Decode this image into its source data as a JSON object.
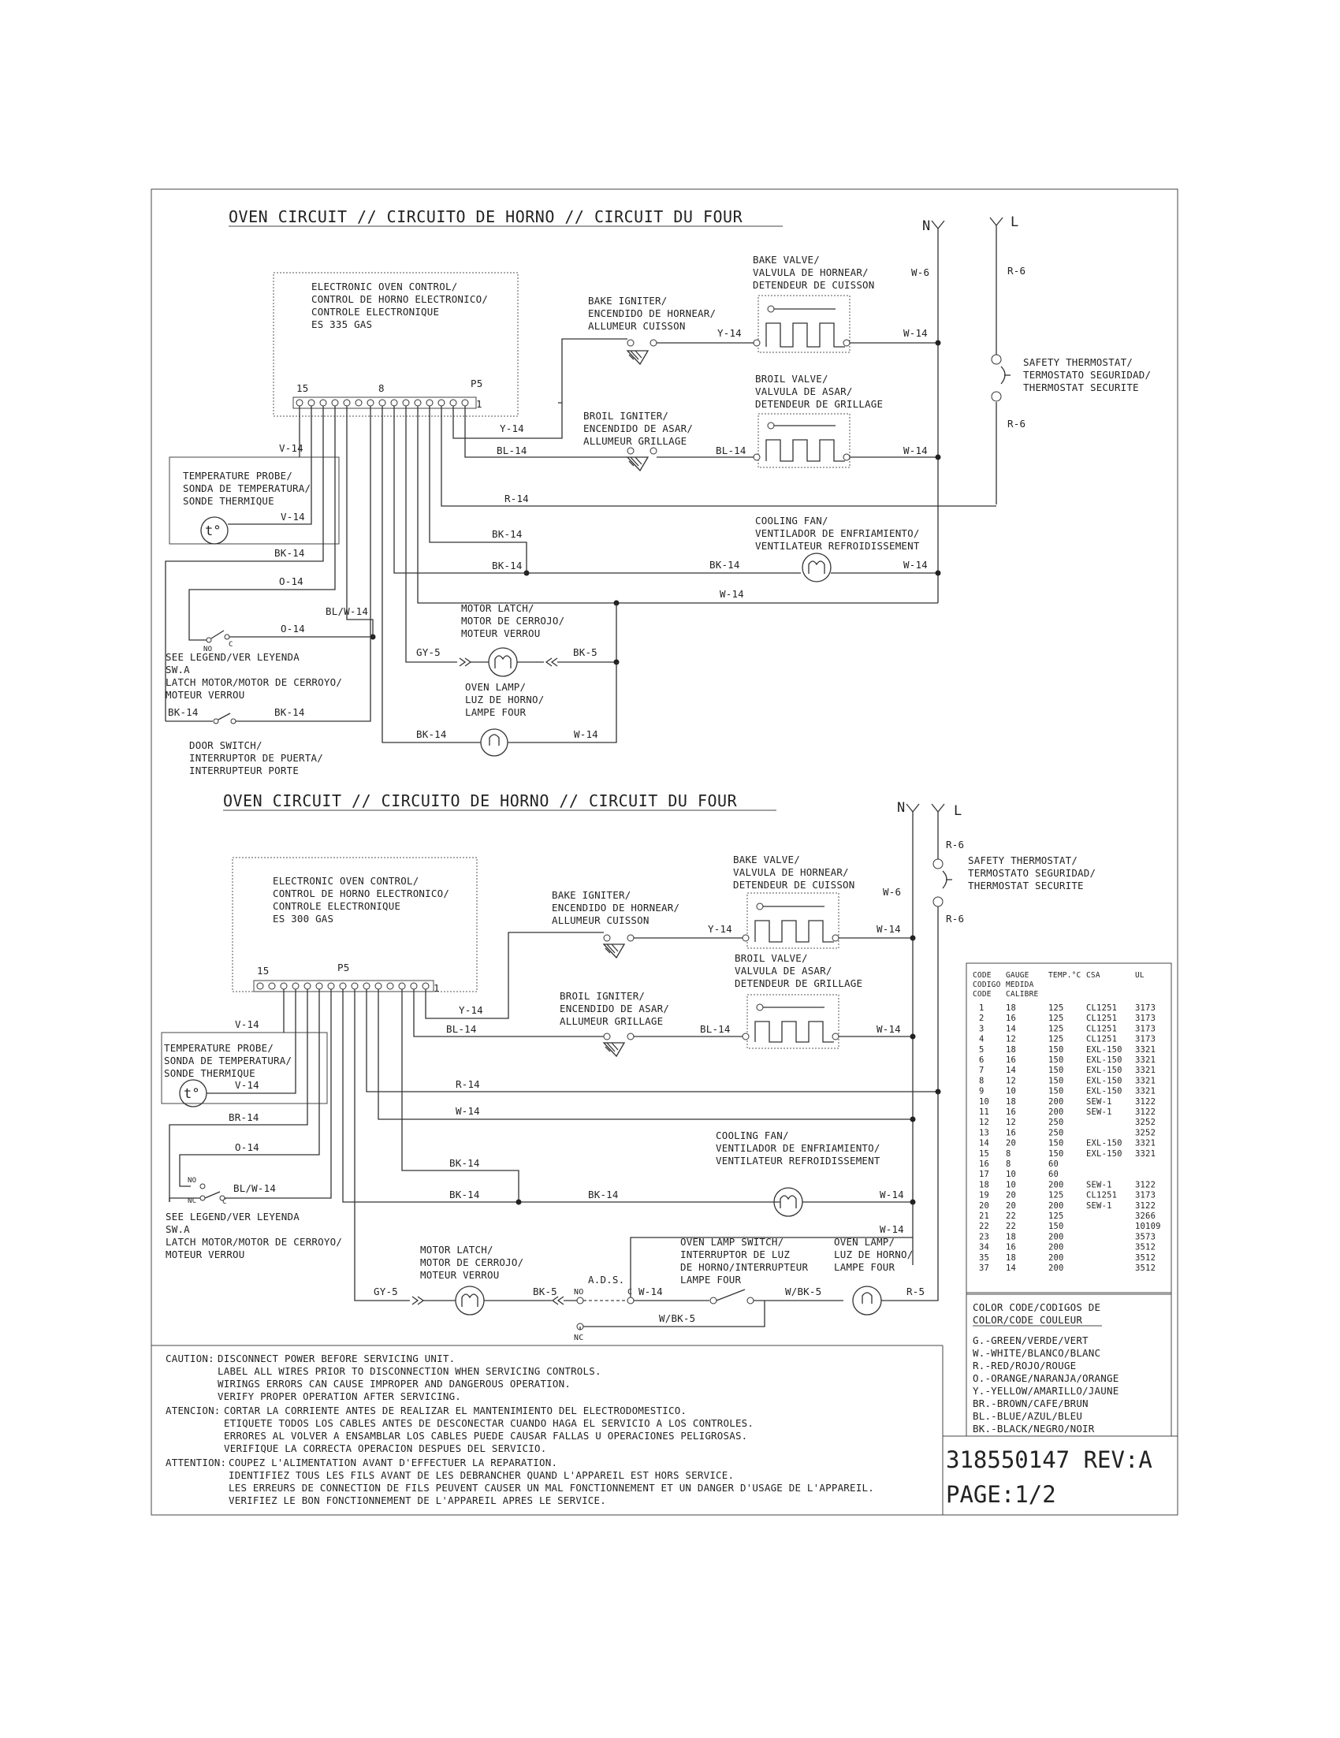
{
  "diagram1": {
    "title": "OVEN CIRCUIT // CIRCUITO DE HORNO // CIRCUIT DU FOUR",
    "n_label": "N",
    "l_label": "L",
    "control": [
      "ELECTRONIC OVEN CONTROL/",
      "CONTROL DE HORNO ELECTRONICO/",
      "CONTROLE ELECTRONIQUE",
      "ES 335 GAS"
    ],
    "pin15": "15",
    "pin8": "8",
    "p5": "P5",
    "pin1": "1",
    "bake_igniter": [
      "BAKE IGNITER/",
      "ENCENDIDO DE HORNEAR/",
      "ALLUMEUR CUISSON"
    ],
    "bake_valve": [
      "BAKE VALVE/",
      "VALVULA DE HORNEAR/",
      "DETENDEUR DE CUISSON"
    ],
    "broil_igniter": [
      "BROIL IGNITER/",
      "ENCENDIDO DE ASAR/",
      "ALLUMEUR GRILLAGE"
    ],
    "broil_valve": [
      "BROIL VALVE/",
      "VALVULA DE ASAR/",
      "DETENDEUR DE GRILLAGE"
    ],
    "safety_thermostat": [
      "SAFETY THERMOSTAT/",
      "TERMOSTATO SEGURIDAD/",
      "THERMOSTAT SECURITE"
    ],
    "temp_probe": [
      "TEMPERATURE PROBE/",
      "SONDA DE TEMPERATURA/",
      "SONDE THERMIQUE"
    ],
    "cooling_fan": [
      "COOLING FAN/",
      "VENTILADOR DE ENFRIAMIENTO/",
      "VENTILATEUR REFROIDISSEMENT"
    ],
    "motor_latch": [
      "MOTOR LATCH/",
      "MOTOR DE CERROJO/",
      "MOTEUR VERROU"
    ],
    "oven_lamp": [
      "OVEN LAMP/",
      "LUZ DE HORNO/",
      "LAMPE FOUR"
    ],
    "legend": [
      "SEE LEGEND/VER LEYENDA",
      "SW.A",
      "LATCH MOTOR/MOTOR DE CERROYO/",
      "MOTEUR VERROU"
    ],
    "door_switch": [
      "DOOR SWITCH/",
      "INTERRUPTOR DE PUERTA/",
      "INTERRUPTEUR PORTE"
    ],
    "probe_symbol": "t°",
    "no": "NO",
    "c": "C",
    "wires": {
      "w6": "W-6",
      "r6": "R-6",
      "y14": "Y-14",
      "w14": "W-14",
      "bl14": "BL-14",
      "v14": "V-14",
      "r14": "R-14",
      "bk14": "BK-14",
      "o14": "O-14",
      "blw14": "BL/W-14",
      "gy5": "GY-5",
      "bk5": "BK-5"
    }
  },
  "diagram2": {
    "title": "OVEN CIRCUIT // CIRCUITO DE HORNO // CIRCUIT DU FOUR",
    "n_label": "N",
    "l_label": "L",
    "control": [
      "ELECTRONIC OVEN CONTROL/",
      "CONTROL DE HORNO ELECTRONICO/",
      "CONTROLE ELECTRONIQUE",
      "ES 300 GAS"
    ],
    "pin15": "15",
    "p5": "P5",
    "pin1": "1",
    "bake_igniter": [
      "BAKE IGNITER/",
      "ENCENDIDO DE HORNEAR/",
      "ALLUMEUR CUISSON"
    ],
    "bake_valve": [
      "BAKE VALVE/",
      "VALVULA DE HORNEAR/",
      "DETENDEUR DE CUISSON"
    ],
    "broil_igniter": [
      "BROIL IGNITER/",
      "ENCENDIDO DE ASAR/",
      "ALLUMEUR GRILLAGE"
    ],
    "broil_valve": [
      "BROIL VALVE/",
      "VALVULA DE ASAR/",
      "DETENDEUR DE GRILLAGE"
    ],
    "safety_thermostat": [
      "SAFETY THERMOSTAT/",
      "TERMOSTATO SEGURIDAD/",
      "THERMOSTAT SECURITE"
    ],
    "temp_probe": [
      "TEMPERATURE PROBE/",
      "SONDA DE TEMPERATURA/",
      "SONDE THERMIQUE"
    ],
    "cooling_fan": [
      "COOLING FAN/",
      "VENTILADOR DE ENFRIAMIENTO/",
      "VENTILATEUR REFROIDISSEMENT"
    ],
    "motor_latch": [
      "MOTOR LATCH/",
      "MOTOR DE CERROJO/",
      "MOTEUR VERROU"
    ],
    "oven_lamp_switch": [
      "OVEN LAMP SWITCH/",
      "INTERRUPTOR DE LUZ",
      "DE HORNO/INTERRUPTEUR",
      "LAMPE FOUR"
    ],
    "oven_lamp": [
      "OVEN LAMP/",
      "LUZ DE HORNO/",
      "LAMPE FOUR"
    ],
    "legend": [
      "SEE LEGEND/VER LEYENDA",
      "SW.A",
      "LATCH MOTOR/MOTOR DE CERROYO/",
      "MOTEUR VERROU"
    ],
    "probe_symbol": "t°",
    "no": "NO",
    "nc": "NC",
    "c": "C",
    "ads": "A.D.S.",
    "wires": {
      "w6": "W-6",
      "r6": "R-6",
      "y14": "Y-14",
      "w14": "W-14",
      "bl14": "BL-14",
      "v14": "V-14",
      "r14": "R-14",
      "br14": "BR-14",
      "bk14": "BK-14",
      "o14": "O-14",
      "blw14": "BL/W-14",
      "gy5": "GY-5",
      "bk5": "BK-5",
      "wbk5": "W/BK-5",
      "r5": "R-5"
    }
  },
  "gauge_table": {
    "headers": [
      [
        "CODE",
        "CODIGO",
        "CODE"
      ],
      [
        "GAUGE",
        "MEDIDA",
        "CALIBRE"
      ],
      [
        "TEMP.°C"
      ],
      [
        "CSA"
      ],
      [
        "UL"
      ]
    ],
    "rows": [
      [
        "1",
        "18",
        "125",
        "CL1251",
        "3173"
      ],
      [
        "2",
        "16",
        "125",
        "CL1251",
        "3173"
      ],
      [
        "3",
        "14",
        "125",
        "CL1251",
        "3173"
      ],
      [
        "4",
        "12",
        "125",
        "CL1251",
        "3173"
      ],
      [
        "5",
        "18",
        "150",
        "EXL-150",
        "3321"
      ],
      [
        "6",
        "16",
        "150",
        "EXL-150",
        "3321"
      ],
      [
        "7",
        "14",
        "150",
        "EXL-150",
        "3321"
      ],
      [
        "8",
        "12",
        "150",
        "EXL-150",
        "3321"
      ],
      [
        "9",
        "10",
        "150",
        "EXL-150",
        "3321"
      ],
      [
        "10",
        "18",
        "200",
        "SEW-1",
        "3122"
      ],
      [
        "11",
        "16",
        "200",
        "SEW-1",
        "3122"
      ],
      [
        "12",
        "12",
        "250",
        "",
        "3252"
      ],
      [
        "13",
        "16",
        "250",
        "",
        "3252"
      ],
      [
        "14",
        "20",
        "150",
        "EXL-150",
        "3321"
      ],
      [
        "15",
        "8",
        "150",
        "EXL-150",
        "3321"
      ],
      [
        "16",
        "8",
        "60",
        "",
        ""
      ],
      [
        "17",
        "10",
        "60",
        "",
        ""
      ],
      [
        "18",
        "10",
        "200",
        "SEW-1",
        "3122"
      ],
      [
        "19",
        "20",
        "125",
        "CL1251",
        "3173"
      ],
      [
        "20",
        "20",
        "200",
        "SEW-1",
        "3122"
      ],
      [
        "21",
        "22",
        "125",
        "",
        "3266"
      ],
      [
        "22",
        "22",
        "150",
        "",
        "10109"
      ],
      [
        "23",
        "18",
        "200",
        "",
        "3573"
      ],
      [
        "34",
        "16",
        "200",
        "",
        "3512"
      ],
      [
        "35",
        "18",
        "200",
        "",
        "3512"
      ],
      [
        "37",
        "14",
        "200",
        "",
        "3512"
      ]
    ]
  },
  "color_code": {
    "title": [
      "COLOR CODE/CODIGOS DE",
      "COLOR/CODE COULEUR"
    ],
    "items": [
      "G.-GREEN/VERDE/VERT",
      "W.-WHITE/BLANCO/BLANC",
      "R.-RED/ROJO/ROUGE",
      "O.-ORANGE/NARANJA/ORANGE",
      "Y.-YELLOW/AMARILLO/JAUNE",
      "BR.-BROWN/CAFE/BRUN",
      "BL.-BLUE/AZUL/BLEU",
      "BK.-BLACK/NEGRO/NOIR"
    ]
  },
  "caution": {
    "heading1": "CAUTION:",
    "lines1": [
      "DISCONNECT POWER BEFORE SERVICING UNIT.",
      "LABEL ALL WIRES PRIOR TO DISCONNECTION WHEN SERVICING CONTROLS.",
      "WIRINGS ERRORS CAN CAUSE IMPROPER AND DANGEROUS OPERATION.",
      "VERIFY PROPER OPERATION AFTER SERVICING."
    ],
    "heading2": "ATENCION:",
    "lines2": [
      "CORTAR LA CORRIENTE ANTES DE REALIZAR EL MANTENIMIENTO DEL ELECTRODOMESTICO.",
      "ETIQUETE TODOS LOS CABLES ANTES DE DESCONECTAR CUANDO HAGA EL SERVICIO A LOS CONTROLES.",
      "ERRORES AL VOLVER A ENSAMBLAR LOS CABLES PUEDE CAUSAR FALLAS U OPERACIONES PELIGROSAS.",
      "VERIFIQUE LA CORRECTA OPERACION DESPUES DEL SERVICIO."
    ],
    "heading3": "ATTENTION:",
    "lines3": [
      "COUPEZ L'ALIMENTATION AVANT D'EFFECTUER LA REPARATION.",
      "IDENTIFIEZ TOUS LES FILS AVANT DE LES DEBRANCHER QUAND L'APPAREIL EST HORS SERVICE.",
      "LES ERREURS DE CONNECTION DE FILS PEUVENT CAUSER UN MAL FONCTIONNEMENT ET UN DANGER D'USAGE DE L'APPAREIL.",
      "VERIFIEZ LE BON FONCTIONNEMENT DE L'APPAREIL APRES LE SERVICE."
    ]
  },
  "doc": {
    "number": "318550147 REV:A",
    "page": "PAGE:1/2"
  }
}
